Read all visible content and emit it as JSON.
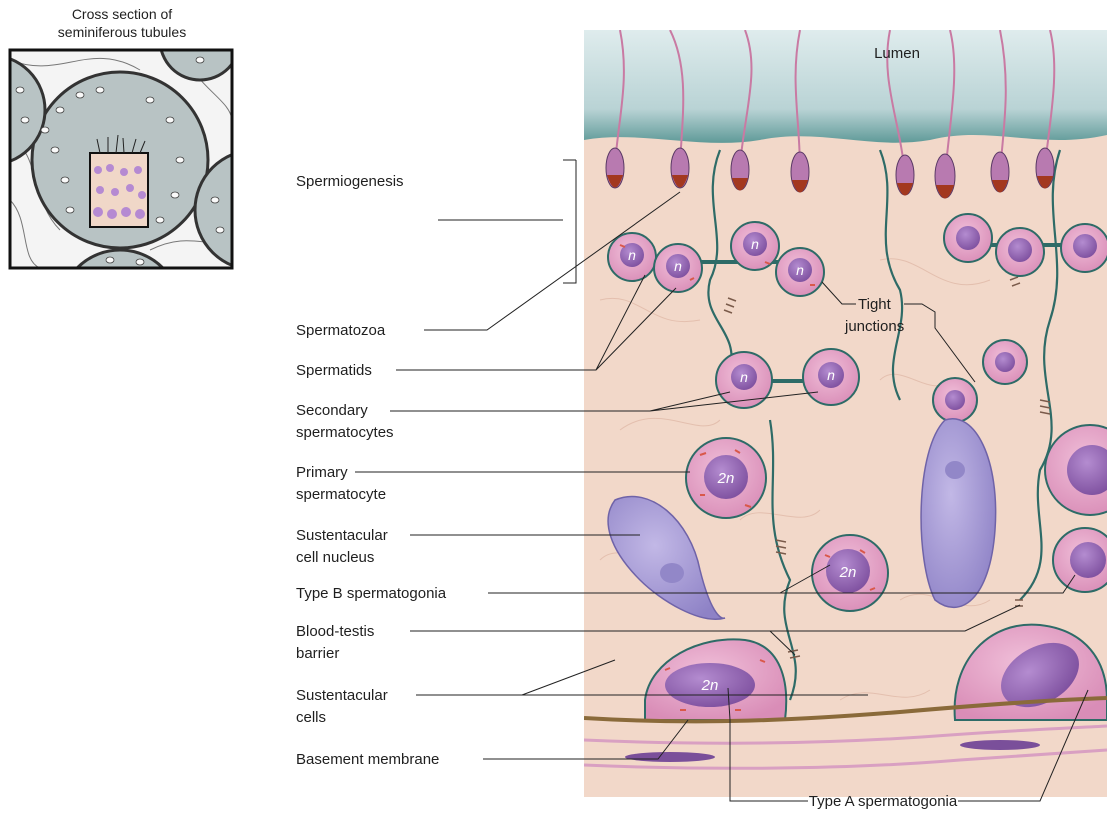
{
  "inset": {
    "title_line1": "Cross section of",
    "title_line2": "seminiferous tubules"
  },
  "labels": {
    "lumen": "Lumen",
    "spermiogenesis": "Spermiogenesis",
    "spermatozoa": "Spermatozoa",
    "spermatids": "Spermatids",
    "secondary_line1": "Secondary",
    "secondary_line2": "spermatocytes",
    "primary_line1": "Primary",
    "primary_line2": "spermatocyte",
    "sustentacular_nucleus_line1": "Sustentacular",
    "sustentacular_nucleus_line2": "cell nucleus",
    "type_b": "Type B spermatogonia",
    "btb_line1": "Blood-testis",
    "btb_line2": "barrier",
    "sustentacular_cells_line1": "Sustentacular",
    "sustentacular_cells_line2": "cells",
    "basement": "Basement membrane",
    "tight_line1": "Tight",
    "tight_line2": "junctions",
    "type_a": "Type A spermatogonia"
  },
  "ploidy": {
    "haploid": "n",
    "diploid_num": "2",
    "diploid_n": "n"
  },
  "colors": {
    "tissue": "#f2d8c9",
    "lumen": "#cfe0e2",
    "cell": "#e2a6c6",
    "nucleus": "#9a6db4",
    "sertoli_nucleus": "#a79ad6",
    "membrane": "#2e6b67",
    "basement": "#8a6a3a"
  }
}
